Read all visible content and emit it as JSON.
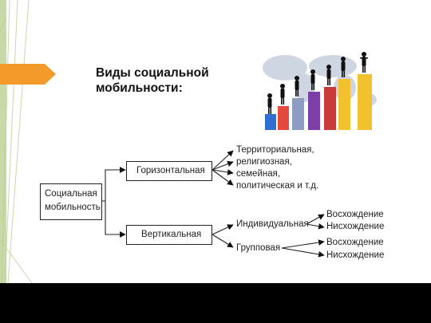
{
  "slide": {
    "title": "Виды социальной мобильности:",
    "accent_color": "#f39a2a",
    "stripe_color": "#c9d9a8"
  },
  "diagram": {
    "root": "Социальная мобильность",
    "horizontal": "Горизонтальная",
    "vertical": "Вертикальная",
    "horizontal_items": [
      "Территориальная,",
      "религиозная,",
      "семейная,",
      "политическая и т.д."
    ],
    "individual": "Индивидуальная",
    "group": "Групповая",
    "individual_items": [
      "Восхождение",
      "Нисхождение"
    ],
    "group_items": [
      "Восхождение",
      "Нисхождение"
    ]
  },
  "illustration": {
    "icon": "career-ladder-people-on-bars-icon",
    "bar_colors": [
      "#2f6fcf",
      "#e54a3c",
      "#8e9cc4",
      "#7c3fa8",
      "#c93a3a",
      "#f1c12e"
    ]
  }
}
